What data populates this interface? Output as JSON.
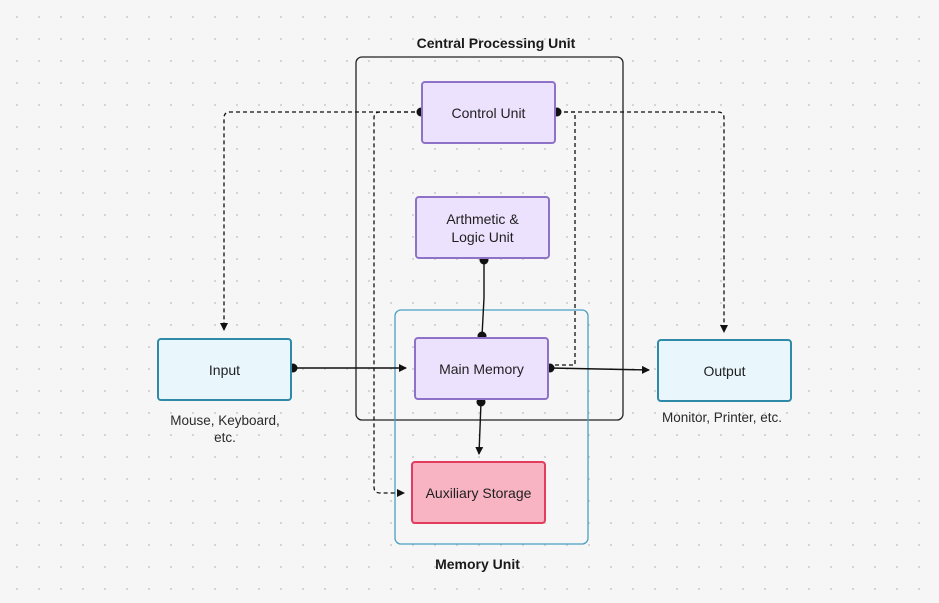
{
  "diagram": {
    "groups": {
      "cpu": {
        "title": "Central Processing Unit"
      },
      "memory_unit": {
        "title": "Memory Unit"
      }
    },
    "nodes": {
      "control_unit": "Control Unit",
      "alu": "Arthmetic & Logic Unit",
      "main_memory": "Main Memory",
      "auxiliary_storage": "Auxiliary Storage",
      "input": "Input",
      "output": "Output"
    },
    "captions": {
      "input": "Mouse, Keyboard, etc.",
      "output": "Monitor, Printer, etc."
    },
    "connections": [
      {
        "from": "Control Unit",
        "to": "Input",
        "style": "dashed"
      },
      {
        "from": "Control Unit",
        "to": "Output",
        "style": "dashed"
      },
      {
        "from": "Control Unit",
        "to": "Auxiliary Storage",
        "style": "dashed"
      },
      {
        "from": "Control Unit",
        "to": "Main Memory",
        "style": "dashed"
      },
      {
        "from": "Arthmetic & Logic Unit",
        "to": "Main Memory",
        "style": "solid"
      },
      {
        "from": "Input",
        "to": "Main Memory",
        "style": "solid"
      },
      {
        "from": "Main Memory",
        "to": "Output",
        "style": "solid"
      },
      {
        "from": "Main Memory",
        "to": "Auxiliary Storage",
        "style": "solid"
      }
    ],
    "colors": {
      "processing_fill": "#ede2fd",
      "processing_border": "#8e72c8",
      "io_fill": "#e9f7fc",
      "io_border": "#2e8aa7",
      "storage_fill": "#f8b4c3",
      "storage_border": "#e23c5f",
      "memory_group_border": "#4a9fc2",
      "cpu_group_border": "#222222"
    }
  }
}
